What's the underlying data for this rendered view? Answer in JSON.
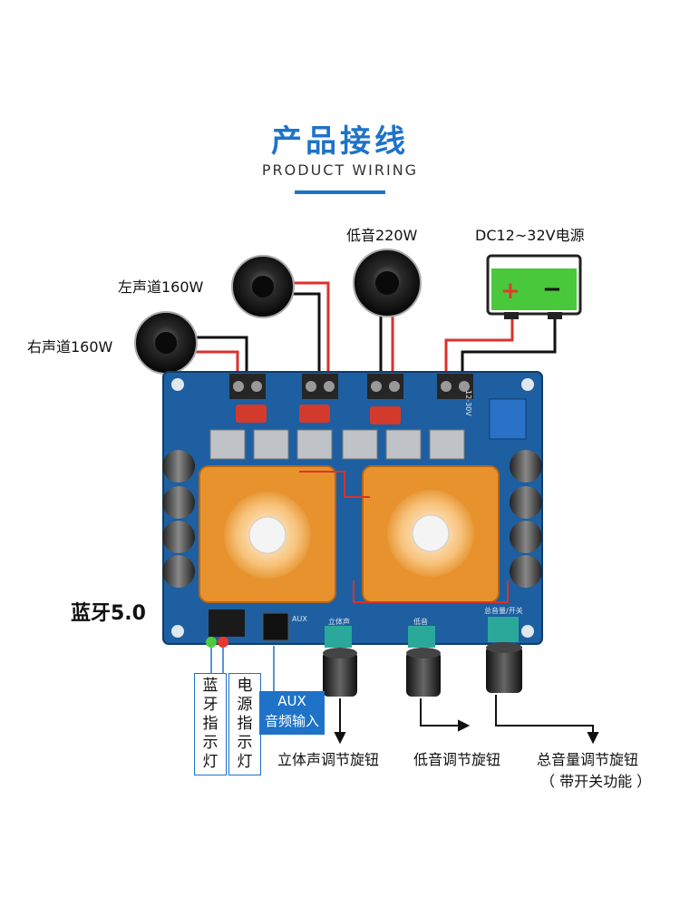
{
  "header": {
    "title": "产品接线",
    "subtitle": "PRODUCT WIRING"
  },
  "speakers": {
    "bass": "低音220W",
    "left": "左声道160W",
    "right": "右声道160W"
  },
  "power": {
    "label": "DC12~32V电源",
    "plus": "+",
    "minus": "−"
  },
  "board": {
    "bluetooth_label": "蓝牙5.0",
    "aux_jack": "AUX",
    "knob_marks": [
      "立体声",
      "低音",
      "总音量/开关"
    ],
    "power_in": "12-30V"
  },
  "indicators": {
    "bluetooth": [
      "蓝",
      "牙",
      "指",
      "示",
      "灯"
    ],
    "power": [
      "电",
      "源",
      "指",
      "示",
      "灯"
    ]
  },
  "aux_box": {
    "line1": "AUX",
    "line2": "音频输入"
  },
  "knobs": {
    "stereo": "立体声调节旋钮",
    "bass": "低音调节旋钮",
    "volume": "总音量调节旋钮",
    "volume_note": "（ 带开关功能 ）"
  },
  "colors": {
    "accent": "#1e73c8",
    "board": "#1d5fa0",
    "heatsink": "#e8922e",
    "battery": "#48c83a",
    "wire_red": "#d9322b",
    "wire_black": "#111111"
  }
}
